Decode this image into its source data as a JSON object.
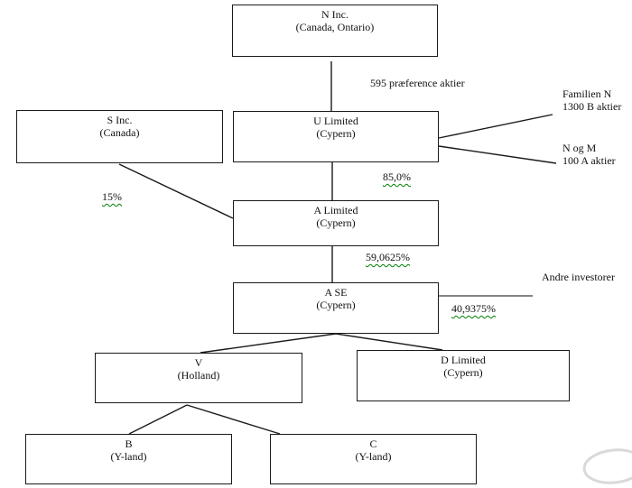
{
  "diagram": {
    "nodes": [
      {
        "id": "n-inc",
        "name": "N Inc.",
        "location": "(Canada, Ontario)"
      },
      {
        "id": "s-inc",
        "name": "S Inc.",
        "location": "(Canada)"
      },
      {
        "id": "u-limited",
        "name": "U Limited",
        "location": "(Cypern)"
      },
      {
        "id": "a-limited",
        "name": "A Limited",
        "location": "(Cypern)"
      },
      {
        "id": "a-se",
        "name": "A SE",
        "location": "(Cypern)"
      },
      {
        "id": "v",
        "name": "V",
        "location": "(Holland)"
      },
      {
        "id": "d-limited",
        "name": "D Limited",
        "location": "(Cypern)"
      },
      {
        "id": "b",
        "name": "B",
        "location": "(Y-land)"
      },
      {
        "id": "c",
        "name": "C",
        "location": "(Y-land)"
      }
    ],
    "edge_labels": {
      "praeference_aktier": "595 præference aktier",
      "familien_n_line1": "Familien N",
      "familien_n_line2": "1300 B aktier",
      "n_og_m_line1": "N og M",
      "n_og_m_line2": "100 A aktier",
      "pct_s_to_a": "15%",
      "pct_u_to_a": "85,0%",
      "pct_a_to_ase": "59,0625%",
      "pct_andre": "40,9375%",
      "andre_investorer": "Andre investorer"
    },
    "colors": {
      "line": "#1a1a1a",
      "grammar_squiggle": "#008000",
      "watermark": "#d9d9d9",
      "background": "#ffffff"
    }
  }
}
